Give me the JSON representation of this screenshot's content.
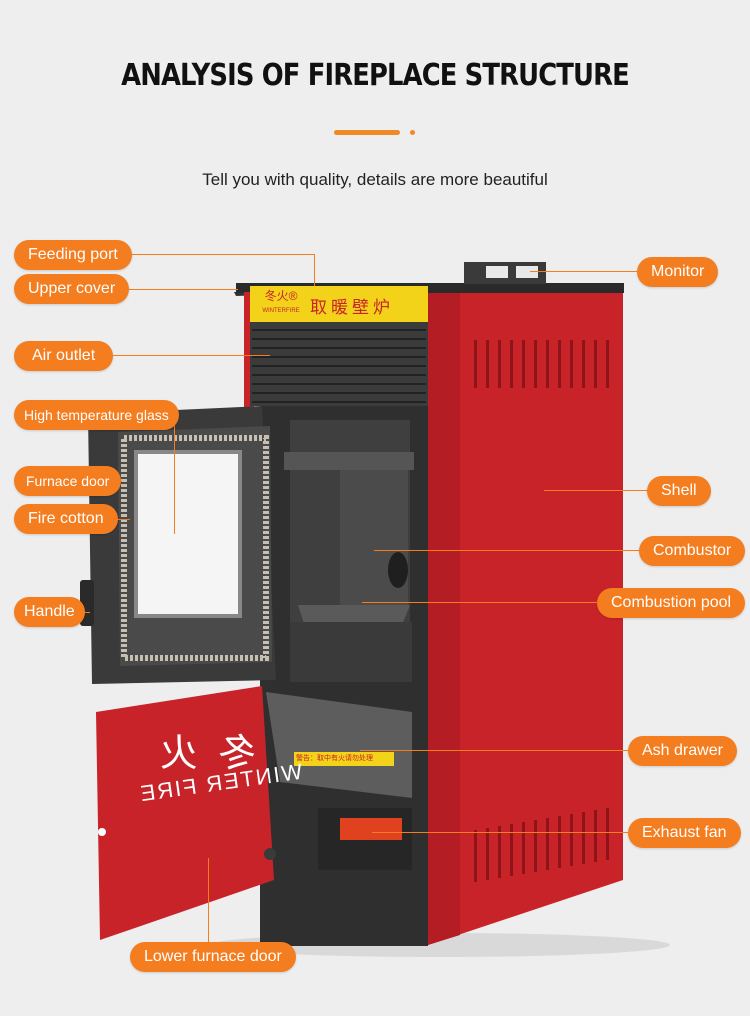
{
  "header": {
    "title": "ANALYSIS OF FIREPLACE STRUCTURE",
    "subtitle": "Tell you with quality, details are more beautiful"
  },
  "colors": {
    "accent": "#f47d20",
    "shell_red": "#c9232a",
    "panel_yellow": "#f3d21a"
  },
  "brand_panel": {
    "logo_cn": "冬火®",
    "logo_en": "WINTERFIRE",
    "name_cn": "取暖壁炉"
  },
  "door": {
    "text_cn": "冬火",
    "text_en": "WINTER FIRE"
  },
  "drawer_sticker": "警告：取中有火请勿处理",
  "labels": {
    "feeding_port": "Feeding port",
    "upper_cover": "Upper cover",
    "air_outlet": "Air outlet",
    "high_temp_glass": "High temperature glass",
    "furnace_door": "Furnace door",
    "fire_cotton": "Fire cotton",
    "handle": "Handle",
    "lower_furnace_door": "Lower furnace door",
    "monitor": "Monitor",
    "shell": "Shell",
    "combustor": "Combustor",
    "combustion_pool": "Combustion pool",
    "ash_drawer": "Ash drawer",
    "exhaust_fan": "Exhaust fan"
  }
}
